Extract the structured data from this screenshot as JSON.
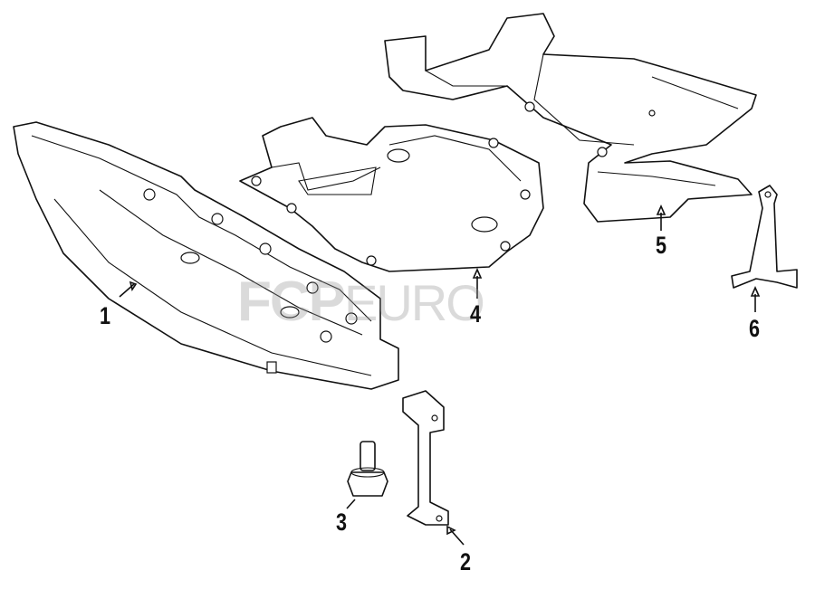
{
  "diagram": {
    "watermark": {
      "brand": "FCP",
      "suffix": "EURO"
    },
    "callouts": [
      {
        "id": "1",
        "part": "front-splash-shield"
      },
      {
        "id": "2",
        "part": "bracket"
      },
      {
        "id": "3",
        "part": "bolt"
      },
      {
        "id": "4",
        "part": "center-splash-shield"
      },
      {
        "id": "5",
        "part": "rear-splash-shield"
      },
      {
        "id": "6",
        "part": "small-bracket"
      }
    ]
  }
}
